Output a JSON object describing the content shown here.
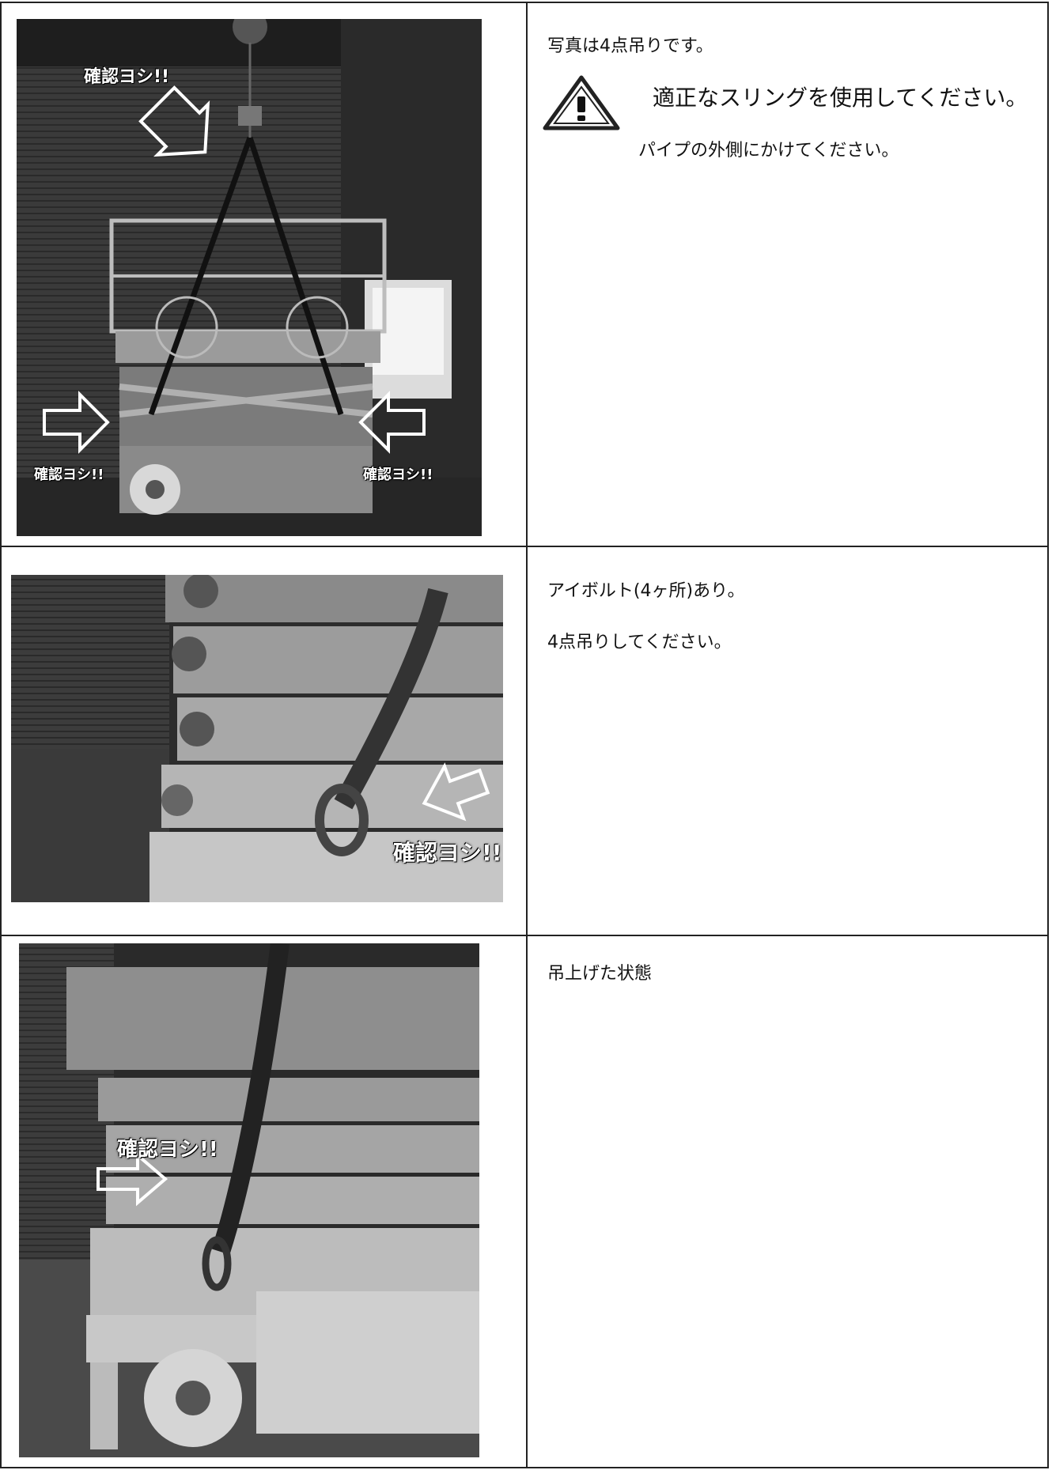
{
  "rows": [
    {
      "photo_alt": "scissor lift suspended with 4-point sling",
      "callouts": [
        "確認ヨシ!!",
        "確認ヨシ!!",
        "確認ヨシ!!"
      ],
      "lines": [
        "写真は4点吊りです。",
        "適正なスリングを使用してください。",
        "パイプの外側にかけてください。"
      ],
      "warning_icon": "warning-triangle-icon"
    },
    {
      "photo_alt": "eye bolt with shackle close-up",
      "callouts": [
        "確認ヨシ!!"
      ],
      "lines": [
        "アイボルト(4ヶ所)あり。",
        "4点吊りしてください。"
      ]
    },
    {
      "photo_alt": "lifted state of the machine",
      "callouts": [
        "確認ヨシ!!"
      ],
      "lines": [
        "吊上げた状態"
      ]
    }
  ]
}
